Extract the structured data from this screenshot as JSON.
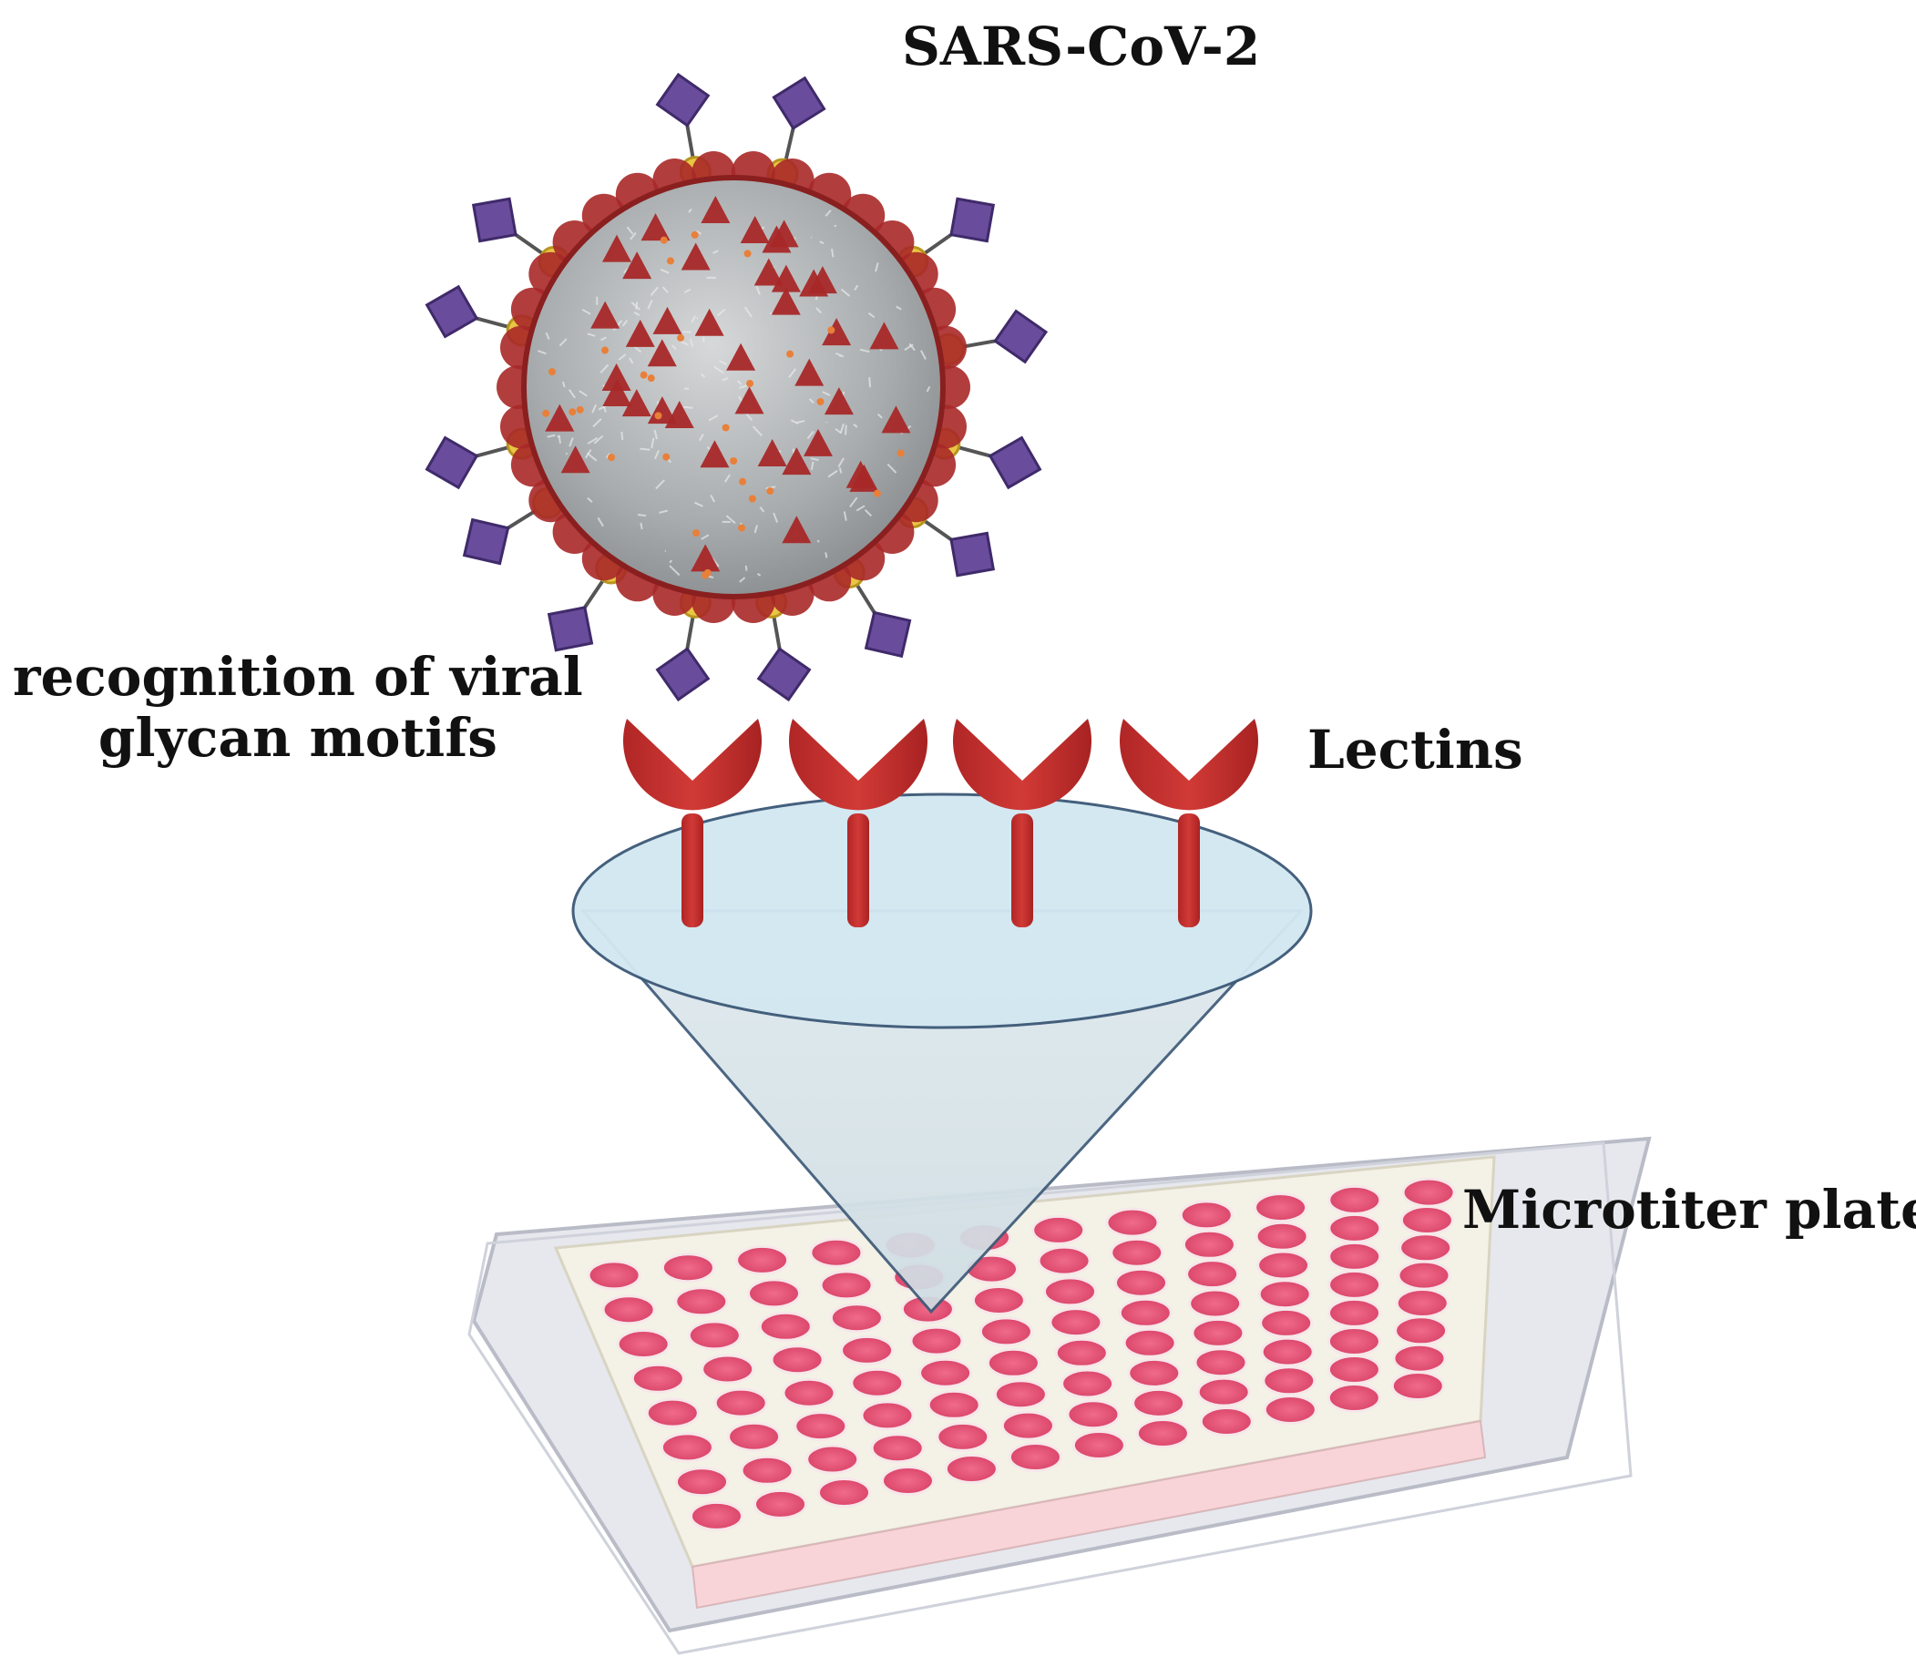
{
  "labels": {
    "virus": "SARS-CoV-2",
    "recognition_line1": "recognition of viral",
    "recognition_line2": "glycan motifs",
    "lectins": "Lectins",
    "plate": "Microtiter plate"
  },
  "counts": {
    "lectins": 4,
    "plate_rows": 8,
    "plate_cols": 12,
    "glycans": 14
  },
  "colors": {
    "lectin": "#c0302f",
    "glycan_diamond": "#6a4c9c",
    "glycan_circle": "#e9c644",
    "virus_body": "#b9bcbd",
    "virus_spike": "#a82828",
    "funnel": "#d8eaf2",
    "well": "#e8587a",
    "plate": "#f4f1e6"
  }
}
